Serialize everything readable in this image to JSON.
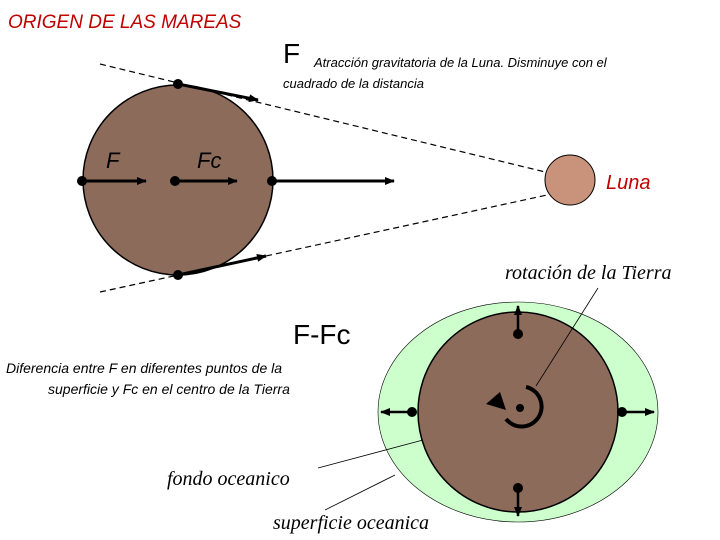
{
  "title": "ORIGEN DE LAS MAREAS",
  "force_symbol": "F",
  "force_desc_line1": "Atracción gravitatoria de la Luna. Disminuye con el",
  "force_desc_line2": "cuadrado de la distancia",
  "label_F": "F",
  "label_Fc": "Fc",
  "moon_label": "Luna",
  "rotation_label": "rotación de la Tierra",
  "diff_title": "F-Fc",
  "diff_desc_line1": "Diferencia entre F en diferentes puntos de la",
  "diff_desc_line2": "superficie y Fc en el centro de la Tierra",
  "seabed_label": "fondo oceanico",
  "surface_label": "superficie oceanica",
  "colors": {
    "earth": "#8c6b5a",
    "moon": "#c8937a",
    "ocean": "#ccffcc",
    "title_red": "#c00000"
  }
}
